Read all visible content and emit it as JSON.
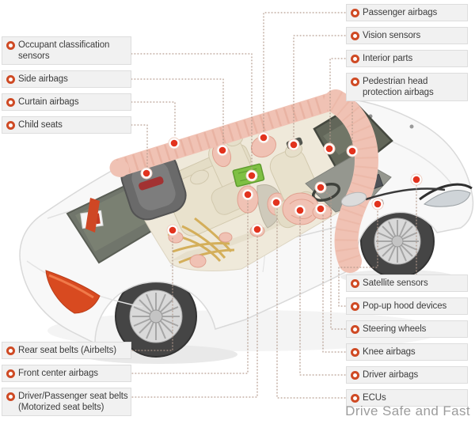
{
  "diagram": {
    "subject": "car-safety-systems-cutaway",
    "watermark": "Drive Safe and Fast"
  },
  "labels": {
    "left": [
      {
        "id": "occupant-classification-sensors",
        "text": "Occupant classification\nsensors"
      },
      {
        "id": "side-airbags",
        "text": "Side airbags"
      },
      {
        "id": "curtain-airbags",
        "text": "Curtain airbags"
      },
      {
        "id": "child-seats",
        "text": "Child seats"
      }
    ],
    "bottom_left": [
      {
        "id": "rear-seat-belts",
        "text": "Rear seat belts (Airbelts)"
      },
      {
        "id": "front-center-airbags",
        "text": "Front center airbags"
      },
      {
        "id": "driver-passenger-seat-belts",
        "text": "Driver/Passenger seat belts\n(Motorized seat belts)"
      }
    ],
    "top_right": [
      {
        "id": "passenger-airbags",
        "text": "Passenger airbags"
      },
      {
        "id": "vision-sensors",
        "text": "Vision sensors"
      },
      {
        "id": "interior-parts",
        "text": "Interior parts"
      },
      {
        "id": "pedestrian-head-protection-airbags",
        "text": "Pedestrian head\nprotection airbags"
      }
    ],
    "bottom_right": [
      {
        "id": "satellite-sensors",
        "text": "Satellite sensors"
      },
      {
        "id": "pop-up-hood-devices",
        "text": "Pop-up hood devices"
      },
      {
        "id": "steering-wheels",
        "text": "Steering wheels"
      },
      {
        "id": "knee-airbags",
        "text": "Knee airbags"
      },
      {
        "id": "driver-airbags",
        "text": "Driver airbags"
      },
      {
        "id": "ecus",
        "text": "ECUs"
      }
    ]
  },
  "colors": {
    "accent": "#cf4a24",
    "marker": "#e2331e",
    "box_bg": "#f1f1f1",
    "box_border": "#dddddd",
    "label_text": "#3c3c3c",
    "leader": "#b2998b",
    "watermark": "#9c9c9c",
    "airbag": "#f0c2b4",
    "green_box": "#7fc043",
    "belt": "#d2a94e",
    "taillight": "#d84a20"
  }
}
